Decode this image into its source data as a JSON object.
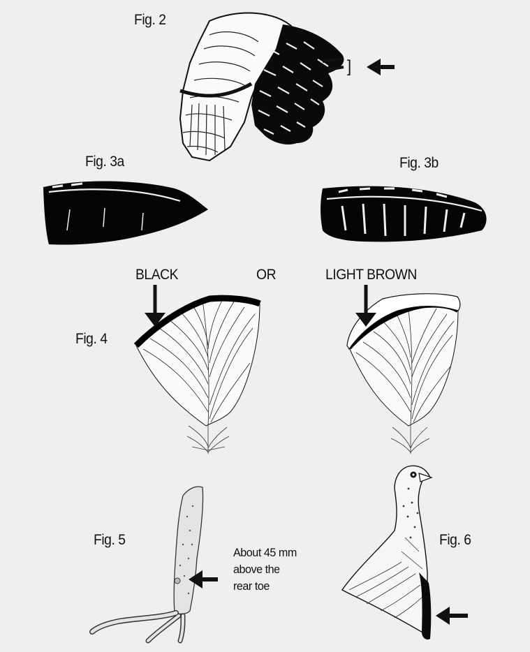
{
  "fig2": {
    "label": "Fig. 2",
    "bracket": "]"
  },
  "fig3a": {
    "label": "Fig. 3a"
  },
  "fig3b": {
    "label": "Fig. 3b"
  },
  "fig4": {
    "label": "Fig. 4",
    "left_caption": "BLACK",
    "or_text": "OR",
    "right_caption": "LIGHT BROWN"
  },
  "fig5": {
    "label": "Fig. 5",
    "note": "About 45 mm\nabove the\nrear toe"
  },
  "fig6": {
    "label": "Fig. 6"
  },
  "colors": {
    "background": "#efefef",
    "ink": "#111111",
    "feather_fill": "#000000",
    "light_edge": "#ffffff"
  }
}
